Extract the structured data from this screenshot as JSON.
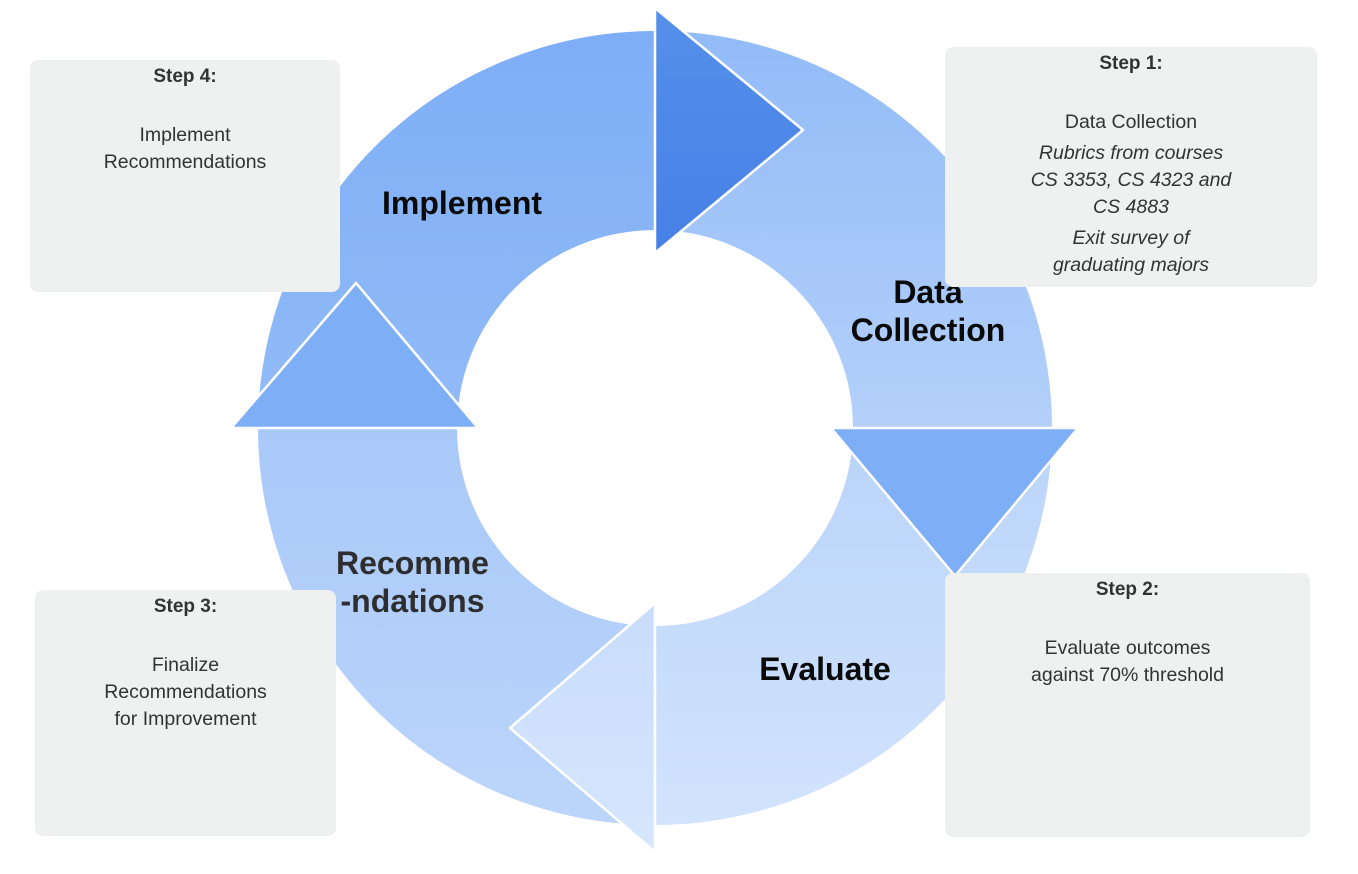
{
  "diagram": {
    "type": "cycle",
    "colors": {
      "seg_top": "#86b3f6",
      "seg_right": "#a3c5f8",
      "seg_bottom": "#c4dbfb",
      "seg_left": "#a6c7f9",
      "arrow_top": "#4a86e8",
      "arrow_right": "#7eaff6",
      "arrow_bottom": "#cfe0fb",
      "arrow_left": "#7eaff6",
      "card_bg": "#eff0f0"
    },
    "segments": [
      {
        "id": "implement",
        "label": "Implement"
      },
      {
        "id": "data-collection",
        "label_lines": [
          "Data",
          "Collection"
        ]
      },
      {
        "id": "evaluate",
        "label": "Evaluate"
      },
      {
        "id": "recommendations",
        "label_lines": [
          "Recomme",
          "-ndations"
        ]
      }
    ]
  },
  "steps": [
    {
      "title": "Step 1:",
      "lines": [
        "Data Collection"
      ],
      "italic_lines": [
        "Rubrics from courses",
        "CS 3353, CS 4323 and",
        "CS 4883",
        "Exit survey of",
        "graduating majors"
      ]
    },
    {
      "title": "Step 2:",
      "lines": [
        "Evaluate outcomes",
        "against 70% threshold"
      ]
    },
    {
      "title": "Step 3:",
      "lines": [
        "Finalize",
        "Recommendations",
        "for Improvement"
      ]
    },
    {
      "title": "Step 4:",
      "lines": [
        "Implement",
        "Recommendations"
      ]
    }
  ]
}
